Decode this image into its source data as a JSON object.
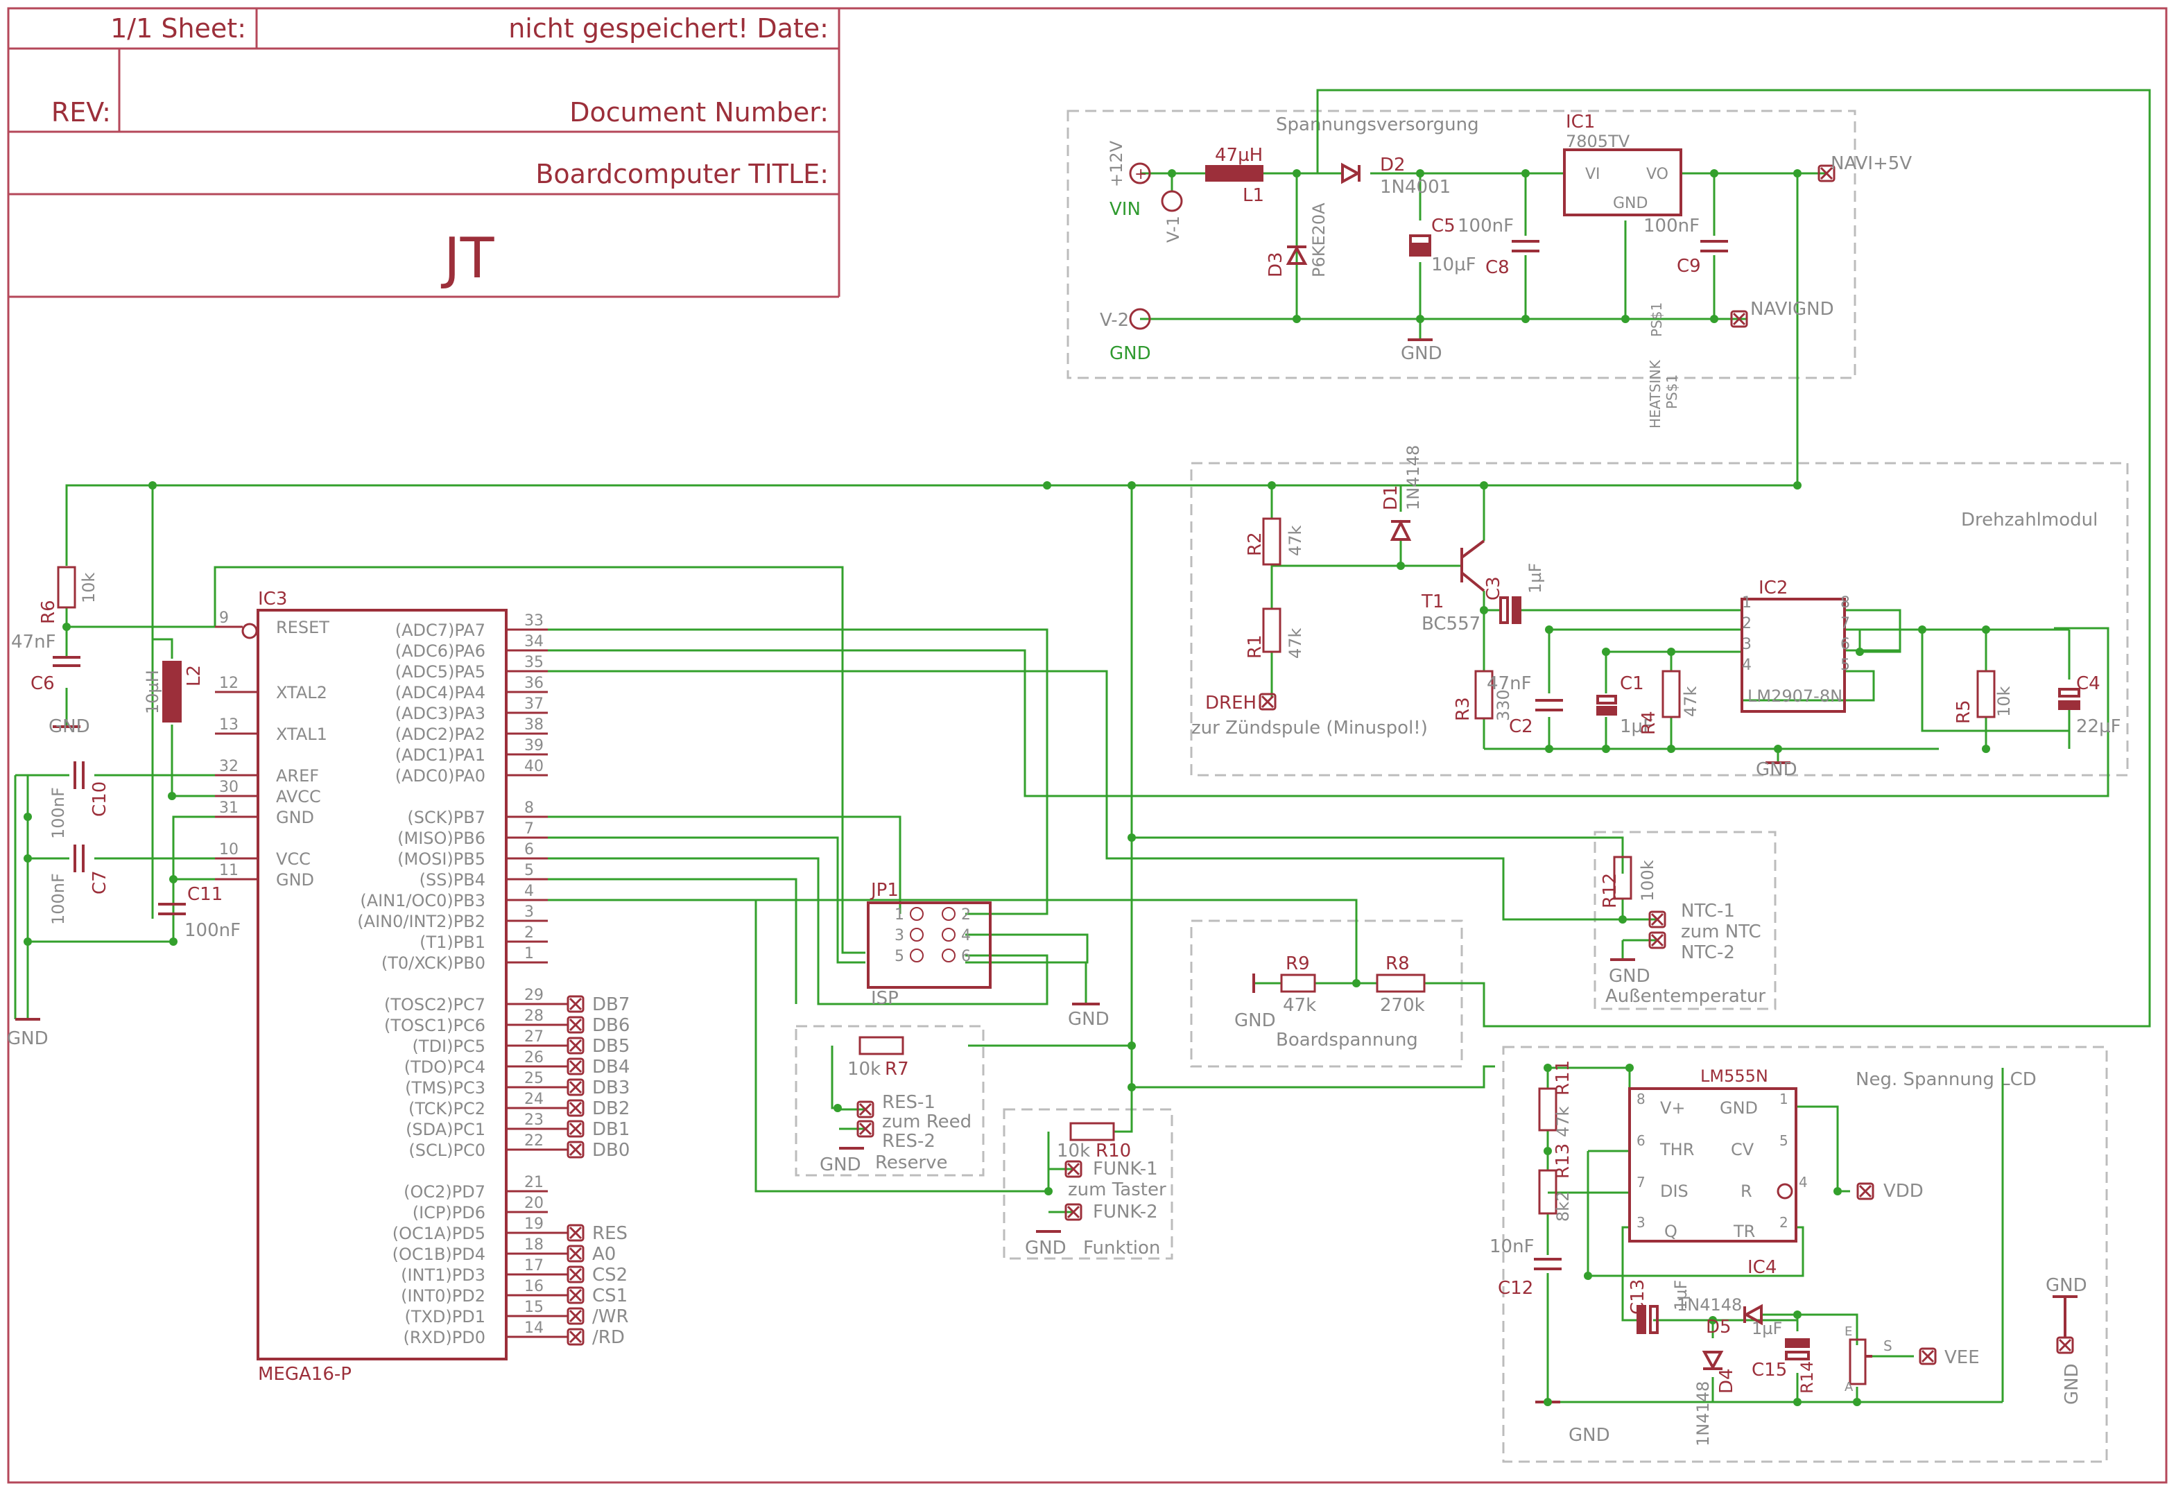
{
  "colors": {
    "frame": "#b5485a",
    "part": "#9c2f3a",
    "wire": "#33a02c",
    "label": "#8a8a8a",
    "group": "#bcbcbc"
  },
  "titleblock": {
    "sheet": "1/1 Sheet:",
    "date": "nicht gespeichert! Date:",
    "rev": "REV:",
    "docnum": "Document Number:",
    "title": "Boardcomputer  TITLE:",
    "author": "JT"
  },
  "groups": {
    "power": "Spannungsversorgung",
    "rpm": "Drehzahlmodul",
    "board": "Boardspannung",
    "temp": "Außentemperatur",
    "reserve": "Reserve",
    "funktion": "Funktion",
    "lcd": "Neg. Spannung LCD"
  },
  "ic3": {
    "name": "IC3",
    "value": "MEGA16-P",
    "left": [
      {
        "pin": "9",
        "label": "RESET"
      },
      {
        "pin": "12",
        "label": "XTAL2"
      },
      {
        "pin": "13",
        "label": "XTAL1"
      },
      {
        "pin": "32",
        "label": "AREF"
      },
      {
        "pin": "30",
        "label": "AVCC"
      },
      {
        "pin": "31",
        "label": "GND"
      },
      {
        "pin": "10",
        "label": "VCC"
      },
      {
        "pin": "11",
        "label": "GND"
      }
    ],
    "right": [
      {
        "pin": "33",
        "label": "(ADC7)PA7"
      },
      {
        "pin": "34",
        "label": "(ADC6)PA6"
      },
      {
        "pin": "35",
        "label": "(ADC5)PA5"
      },
      {
        "pin": "36",
        "label": "(ADC4)PA4"
      },
      {
        "pin": "37",
        "label": "(ADC3)PA3"
      },
      {
        "pin": "38",
        "label": "(ADC2)PA2"
      },
      {
        "pin": "39",
        "label": "(ADC1)PA1"
      },
      {
        "pin": "40",
        "label": "(ADC0)PA0"
      },
      {
        "pin": "8",
        "label": "(SCK)PB7"
      },
      {
        "pin": "7",
        "label": "(MISO)PB6"
      },
      {
        "pin": "6",
        "label": "(MOSI)PB5"
      },
      {
        "pin": "5",
        "label": "(SS)PB4"
      },
      {
        "pin": "4",
        "label": "(AIN1/OC0)PB3"
      },
      {
        "pin": "3",
        "label": "(AIN0/INT2)PB2"
      },
      {
        "pin": "2",
        "label": "(T1)PB1"
      },
      {
        "pin": "1",
        "label": "(T0/XCK)PB0"
      },
      {
        "pin": "29",
        "label": "(TOSC2)PC7"
      },
      {
        "pin": "28",
        "label": "(TOSC1)PC6"
      },
      {
        "pin": "27",
        "label": "(TDI)PC5"
      },
      {
        "pin": "26",
        "label": "(TDO)PC4"
      },
      {
        "pin": "25",
        "label": "(TMS)PC3"
      },
      {
        "pin": "24",
        "label": "(TCK)PC2"
      },
      {
        "pin": "23",
        "label": "(SDA)PC1"
      },
      {
        "pin": "22",
        "label": "(SCL)PC0"
      },
      {
        "pin": "21",
        "label": "(OC2)PD7"
      },
      {
        "pin": "20",
        "label": "(ICP)PD6"
      },
      {
        "pin": "19",
        "label": "(OC1A)PD5"
      },
      {
        "pin": "18",
        "label": "(OC1B)PD4"
      },
      {
        "pin": "17",
        "label": "(INT1)PD3"
      },
      {
        "pin": "16",
        "label": "(INT0)PD2"
      },
      {
        "pin": "15",
        "label": "(TXD)PD1"
      },
      {
        "pin": "14",
        "label": "(RXD)PD0"
      }
    ],
    "db": [
      "DB7",
      "DB6",
      "DB5",
      "DB4",
      "DB3",
      "DB2",
      "DB1",
      "DB0"
    ],
    "pd": [
      "RES",
      "A0",
      "CS2",
      "CS1",
      "/WR",
      "/RD"
    ]
  },
  "left": {
    "r6": "R6",
    "r6v": "10k",
    "c6": "C6",
    "c6v": "47nF",
    "l2": "L2",
    "l2v": "10µH",
    "c10": "C10",
    "c10v": "100nF",
    "c7": "C7",
    "c7v": "100nF",
    "c11": "C11",
    "c11v": "100nF",
    "gnd": "GND"
  },
  "power": {
    "vin": "VIN",
    "v1": "V-1",
    "plus12": "+12V",
    "v2": "V-2",
    "gnd": "GND",
    "l1": "L1",
    "l1v": "47µH",
    "d2": "D2",
    "d2v": "1N4001",
    "d3": "D3",
    "d3v": "P6KE20A",
    "c5": "C5",
    "c5v": "10µF",
    "c8": "C8",
    "c8v": "100nF",
    "ic1": "IC1",
    "ic1v": "7805TV",
    "vi": "VI",
    "vo": "VO",
    "icgnd": "GND",
    "c9": "C9",
    "c9v": "100nF",
    "navi5": "NAVI+5V",
    "navignd": "NAVIGND",
    "ps1a": "PS$1",
    "heatsink": "HEATSINK",
    "ps1b": "PS$1"
  },
  "rpm": {
    "r2": "R2",
    "r2v": "47k",
    "r1": "R1",
    "r1v": "47k",
    "d1": "D1",
    "d1v": "1N4148",
    "t1": "T1",
    "t1v": "BC557",
    "c3": "C3",
    "c3v": "1µF",
    "ic2": "IC2",
    "ic2v": "LM2907-8N",
    "r3": "R3",
    "r3v": "330",
    "c2": "C2",
    "c2v": "47nF",
    "c1": "C1",
    "c1v": "1µF",
    "r4": "R4",
    "r4v": "47k",
    "r5": "R5",
    "r5v": "10k",
    "c4": "C4",
    "c4v": "22µF",
    "dreh": "DREH",
    "dreh2": "zur Zündspule (Minuspol!)",
    "gnd": "GND"
  },
  "jp1": {
    "name": "JP1",
    "value": "ISP",
    "pins": [
      "1",
      "2",
      "3",
      "4",
      "5",
      "6"
    ],
    "gnd": "GND"
  },
  "temp": {
    "r12": "R12",
    "r12v": "100k",
    "ntc1": "NTC-1",
    "ntc": "zum NTC",
    "ntc2": "NTC-2",
    "gnd": "GND"
  },
  "board": {
    "r9": "R9",
    "r9v": "47k",
    "r8": "R8",
    "r8v": "270k",
    "gnd": "GND"
  },
  "reserve": {
    "r7": "R7",
    "r7v": "10k",
    "res1": "RES-1",
    "reed": "zum Reed",
    "res2": "RES-2",
    "gnd": "GND"
  },
  "funktion": {
    "r10": "R10",
    "r10v": "10k",
    "funk1": "FUNK-1",
    "taster": "zum Taster",
    "funk2": "FUNK-2",
    "gnd": "GND"
  },
  "lcd": {
    "ic4": "IC4",
    "ic4v": "LM555N",
    "r11": "R11",
    "r11v": "47k",
    "r13": "R13",
    "r13v": "8k2",
    "c12": "C12",
    "c12v": "10nF",
    "c13": "C13",
    "c13v": "1µF",
    "d5": "D5",
    "d5v": "1N4148",
    "d4": "D4",
    "d4v": "1N4148",
    "c15": "C15",
    "c15v": "1µF",
    "r14": "R14",
    "vdd": "VDD",
    "vee": "VEE",
    "gnd": "GND",
    "gnd2": "GND",
    "p8": "V+",
    "p1": "GND",
    "p6": "THR",
    "p5": "CV",
    "p7": "DIS",
    "p4": "R",
    "p3": "Q",
    "p2": "TR",
    "n8": "8",
    "n1": "1",
    "n6": "6",
    "n5": "5",
    "n7": "7",
    "n4": "4",
    "n3": "3",
    "n2": "2",
    "ta": "A",
    "te": "E",
    "s": "S"
  }
}
